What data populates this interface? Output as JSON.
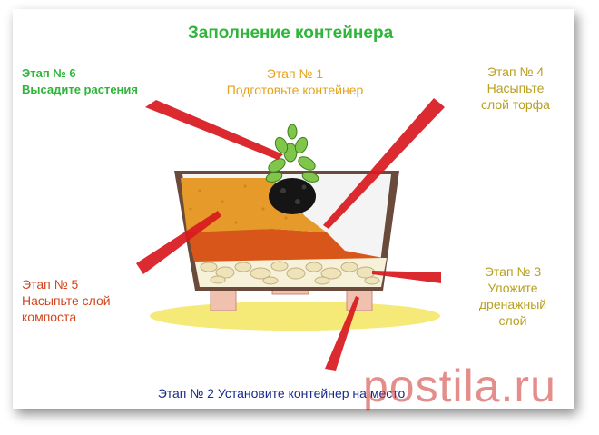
{
  "title": "Заполнение контейнера",
  "colors": {
    "title": "#2fb53a",
    "step1": "#e6a21a",
    "step2": "#1a2a8a",
    "step3": "#b8a020",
    "step4": "#b8a020",
    "step5": "#d2461e",
    "step6": "#2fb53a",
    "arrow": "#d8191e",
    "soil": "#e59a2a",
    "compost": "#d8561a"
  },
  "steps": {
    "step1": {
      "l1": "Этап № 1",
      "l2": "Подготовьте контейнер"
    },
    "step2": {
      "l1": "Этап № 2 Установите контейнер на место"
    },
    "step3": {
      "l1": "Этап № 3",
      "l2": "Уложите",
      "l3": "дренажный",
      "l4": "слой"
    },
    "step4": {
      "l1": "Этап № 4",
      "l2": "Насыпьте",
      "l3": "слой торфа"
    },
    "step5": {
      "l1": "Этап № 5",
      "l2": "Насыпьте слой",
      "l3": "компоста"
    },
    "step6": {
      "l1": "Этап № 6",
      "l2": "Высадите растения"
    }
  },
  "watermark": "postila.ru"
}
